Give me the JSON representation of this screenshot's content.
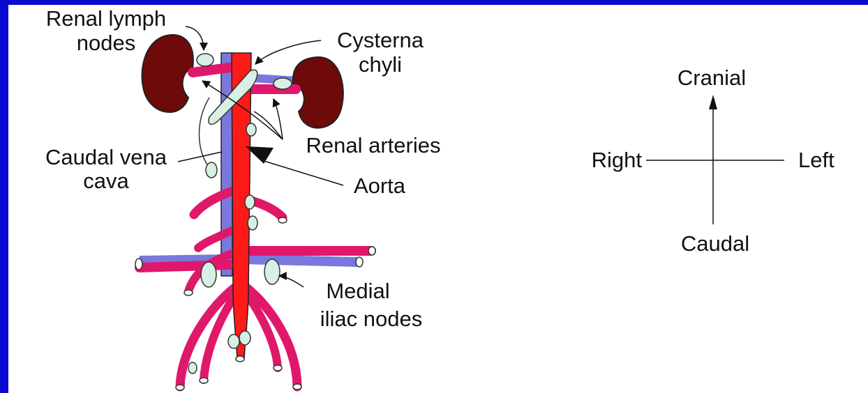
{
  "colors": {
    "border": "#0a0ad2",
    "background": "#ffffff",
    "artery": "#ff1a1a",
    "vessel": "#e0186a",
    "vein": "#7a78dc",
    "kidney": "#6e0a0a",
    "lymph": "#d8f0e4",
    "line": "#111111"
  },
  "labels": {
    "renal_lymph": [
      "Renal lymph",
      "nodes"
    ],
    "cysterna": [
      "Cysterna",
      "chyli"
    ],
    "renal_arteries": "Renal arteries",
    "caudal_vena": [
      "Caudal vena",
      "cava"
    ],
    "aorta": "Aorta",
    "medial_iliac": [
      "Medial",
      "iliac nodes"
    ]
  },
  "compass": {
    "up": "Cranial",
    "down": "Caudal",
    "left": "Right",
    "right": "Left"
  }
}
